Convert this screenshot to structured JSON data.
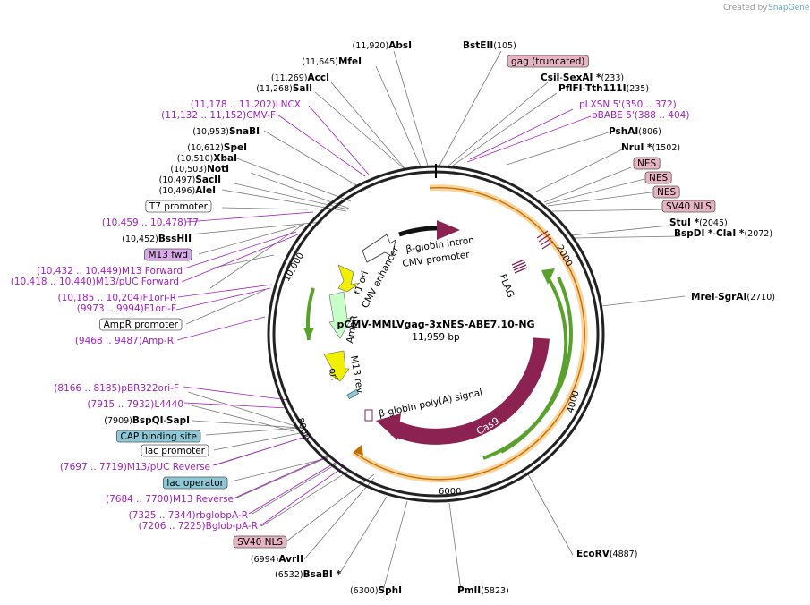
{
  "title": "pCMV-MMLVgag-3xNES-ABE7.10-NG",
  "length": "11,959 bp",
  "credit": "Created by",
  "credit_brand": "SnapGene",
  "ring_ticks": [
    "2000",
    "4000",
    "6000",
    "8000",
    "10,000"
  ],
  "labels": [
    {
      "parts": [
        {
          "t": "(11,920)",
          "k": "pos"
        },
        {
          "t": " AbsI",
          "k": "enz"
        }
      ]
    },
    {
      "parts": [
        {
          "t": "BstEII",
          "k": "enz"
        },
        {
          "t": "  (105)",
          "k": "pos"
        }
      ]
    },
    {
      "parts": [
        {
          "t": "gag (truncated)",
          "k": "box",
          "c": "#e8b4c4"
        }
      ]
    },
    {
      "parts": [
        {
          "t": "(11,645)",
          "k": "pos"
        },
        {
          "t": " MfeI",
          "k": "enz"
        }
      ]
    },
    {
      "parts": [
        {
          "t": "CsiI",
          "k": "enz"
        },
        {
          "t": " - ",
          "k": "pos"
        },
        {
          "t": "SexAI *",
          "k": "enz"
        },
        {
          "t": "  (233)",
          "k": "pos"
        }
      ]
    },
    {
      "parts": [
        {
          "t": "(11,269)",
          "k": "pos"
        },
        {
          "t": " AccI",
          "k": "enz"
        }
      ]
    },
    {
      "parts": [
        {
          "t": "PflFI",
          "k": "enz"
        },
        {
          "t": " - ",
          "k": "pos"
        },
        {
          "t": "Tth111I",
          "k": "enz"
        },
        {
          "t": "  (235)",
          "k": "pos"
        }
      ]
    },
    {
      "parts": [
        {
          "t": "(11,268)",
          "k": "pos"
        },
        {
          "t": " SalI",
          "k": "enz"
        }
      ]
    },
    {
      "parts": [
        {
          "t": "(11,178 .. 11,202)",
          "k": "prim"
        },
        {
          "t": "  LNCX",
          "k": "prim"
        }
      ]
    },
    {
      "parts": [
        {
          "t": "pLXSN 5'",
          "k": "prim"
        },
        {
          "t": "  (350 .. 372)",
          "k": "prim"
        }
      ]
    },
    {
      "parts": [
        {
          "t": "(11,132 .. 11,152)",
          "k": "prim"
        },
        {
          "t": "  CMV-F",
          "k": "prim"
        }
      ]
    },
    {
      "parts": [
        {
          "t": "pBABE 5'",
          "k": "prim"
        },
        {
          "t": "  (388 .. 404)",
          "k": "prim"
        }
      ]
    },
    {
      "parts": [
        {
          "t": "(10,953)",
          "k": "pos"
        },
        {
          "t": " SnaBI",
          "k": "enz"
        }
      ]
    },
    {
      "parts": [
        {
          "t": "PshAI",
          "k": "enz"
        },
        {
          "t": "  (806)",
          "k": "pos"
        }
      ]
    },
    {
      "parts": [
        {
          "t": "(10,612)",
          "k": "pos"
        },
        {
          "t": " SpeI",
          "k": "enz"
        }
      ]
    },
    {
      "parts": [
        {
          "t": "NruI *",
          "k": "enz"
        },
        {
          "t": "  (1502)",
          "k": "pos"
        }
      ]
    },
    {
      "parts": [
        {
          "t": "(10,510)",
          "k": "pos"
        },
        {
          "t": " XbaI",
          "k": "enz"
        }
      ]
    },
    {
      "parts": [
        {
          "t": "NES",
          "k": "box",
          "c": "#e8b4c4"
        }
      ]
    },
    {
      "parts": [
        {
          "t": "(10,503)",
          "k": "pos"
        },
        {
          "t": " NotI",
          "k": "enz"
        }
      ]
    },
    {
      "parts": [
        {
          "t": "NES",
          "k": "box",
          "c": "#e8b4c4"
        }
      ]
    },
    {
      "parts": [
        {
          "t": "(10,497)",
          "k": "pos"
        },
        {
          "t": " SacII",
          "k": "enz"
        }
      ]
    },
    {
      "parts": [
        {
          "t": "NES",
          "k": "box",
          "c": "#e8b4c4"
        }
      ]
    },
    {
      "parts": [
        {
          "t": "(10,496)",
          "k": "pos"
        },
        {
          "t": " AleI",
          "k": "enz"
        }
      ]
    },
    {
      "parts": [
        {
          "t": "SV40 NLS",
          "k": "box",
          "c": "#e8b4c4"
        }
      ]
    },
    {
      "parts": [
        {
          "t": "T7 promoter",
          "k": "box",
          "c": "#ffffff"
        }
      ]
    },
    {
      "parts": [
        {
          "t": "StuI *",
          "k": "enz"
        },
        {
          "t": "  (2045)",
          "k": "pos"
        }
      ]
    },
    {
      "parts": [
        {
          "t": "(10,459 .. 10,478)",
          "k": "prim"
        },
        {
          "t": "  T7",
          "k": "prim"
        }
      ]
    },
    {
      "parts": [
        {
          "t": "BspDI *",
          "k": "enz"
        },
        {
          "t": " - ",
          "k": "pos"
        },
        {
          "t": "ClaI *",
          "k": "enz"
        },
        {
          "t": "  (2072)",
          "k": "pos"
        }
      ]
    },
    {
      "parts": [
        {
          "t": "(10,452)",
          "k": "pos"
        },
        {
          "t": " BssHII",
          "k": "enz"
        }
      ]
    },
    {
      "parts": [
        {
          "t": "M13 fwd",
          "k": "box",
          "c": "#d8a8e8"
        }
      ]
    },
    {
      "parts": [
        {
          "t": "(10,432 .. 10,449)",
          "k": "prim"
        },
        {
          "t": "  M13 Forward",
          "k": "prim"
        }
      ]
    },
    {
      "parts": [
        {
          "t": "(10,418 .. 10,440)",
          "k": "prim"
        },
        {
          "t": "  M13/pUC Forward",
          "k": "prim"
        }
      ]
    },
    {
      "parts": [
        {
          "t": "MreI",
          "k": "enz"
        },
        {
          "t": " - ",
          "k": "pos"
        },
        {
          "t": "SgrAI",
          "k": "enz"
        },
        {
          "t": "  (2710)",
          "k": "pos"
        }
      ]
    },
    {
      "parts": [
        {
          "t": "(10,185 .. 10,204)",
          "k": "prim"
        },
        {
          "t": "  F1ori-R",
          "k": "prim"
        }
      ]
    },
    {
      "parts": [
        {
          "t": "(9973 .. 9994)",
          "k": "prim"
        },
        {
          "t": "  F1ori-F",
          "k": "prim"
        }
      ]
    },
    {
      "parts": [
        {
          "t": "AmpR promoter",
          "k": "box",
          "c": "#ffffff"
        }
      ]
    },
    {
      "parts": [
        {
          "t": "(9468 .. 9487)",
          "k": "prim"
        },
        {
          "t": "  Amp-R",
          "k": "prim"
        }
      ]
    },
    {
      "parts": [
        {
          "t": "(8166 .. 8185)",
          "k": "prim"
        },
        {
          "t": "  pBR322ori-F",
          "k": "prim"
        }
      ]
    },
    {
      "parts": [
        {
          "t": "(7915 .. 7932)",
          "k": "prim"
        },
        {
          "t": "  L4440",
          "k": "prim"
        }
      ]
    },
    {
      "parts": [
        {
          "t": "(7909)",
          "k": "pos"
        },
        {
          "t": " BspQI",
          "k": "enz"
        },
        {
          "t": " - ",
          "k": "pos"
        },
        {
          "t": "SapI",
          "k": "enz"
        }
      ]
    },
    {
      "parts": [
        {
          "t": "CAP binding site",
          "k": "box",
          "c": "#8cc8d8"
        }
      ]
    },
    {
      "parts": [
        {
          "t": "lac promoter",
          "k": "box",
          "c": "#ffffff"
        }
      ]
    },
    {
      "parts": [
        {
          "t": "(7697 .. 7719)",
          "k": "prim"
        },
        {
          "t": "  M13/pUC Reverse",
          "k": "prim"
        }
      ]
    },
    {
      "parts": [
        {
          "t": "lac operator",
          "k": "box",
          "c": "#8cc8d8"
        }
      ]
    },
    {
      "parts": [
        {
          "t": "(7684 .. 7700)",
          "k": "prim"
        },
        {
          "t": "  M13 Reverse",
          "k": "prim"
        }
      ]
    },
    {
      "parts": [
        {
          "t": "(7325 .. 7344)",
          "k": "prim"
        },
        {
          "t": "  rbglobpA-R",
          "k": "prim"
        }
      ]
    },
    {
      "parts": [
        {
          "t": "(7206 .. 7225)",
          "k": "prim"
        },
        {
          "t": "  Bglob-pA-R",
          "k": "prim"
        }
      ]
    },
    {
      "parts": [
        {
          "t": "SV40 NLS",
          "k": "box",
          "c": "#e8b4c4"
        }
      ]
    },
    {
      "parts": [
        {
          "t": "EcoRV",
          "k": "enz"
        },
        {
          "t": "  (4887)",
          "k": "pos"
        }
      ]
    },
    {
      "parts": [
        {
          "t": "(6994)",
          "k": "pos"
        },
        {
          "t": " AvrII",
          "k": "enz"
        }
      ]
    },
    {
      "parts": [
        {
          "t": "(6532)",
          "k": "pos"
        },
        {
          "t": " BsaBI *",
          "k": "enz"
        }
      ]
    },
    {
      "parts": [
        {
          "t": "(6300)",
          "k": "pos"
        },
        {
          "t": " SphI",
          "k": "enz"
        }
      ]
    },
    {
      "parts": [
        {
          "t": "PmlI",
          "k": "enz"
        },
        {
          "t": "  (5823)",
          "k": "pos"
        }
      ]
    }
  ],
  "features": [
    {
      "name": "β-globin intron",
      "color": "#8b2252"
    },
    {
      "name": "CMV promoter",
      "color": "#ffffff"
    },
    {
      "name": "CMV enhancer",
      "color": "#ffffff"
    },
    {
      "name": "f1 ori",
      "color": "#f0f000"
    },
    {
      "name": "AmpR",
      "color": "#c8ffc8"
    },
    {
      "name": "ori",
      "color": "#f0f000"
    },
    {
      "name": "M13 rev",
      "color": "#000000"
    },
    {
      "name": "FLAG",
      "color": "#8b2252"
    },
    {
      "name": "β-globin poly(A) signal",
      "color": "#ffffff"
    },
    {
      "name": "Cas9",
      "color": "#8b2252"
    }
  ]
}
